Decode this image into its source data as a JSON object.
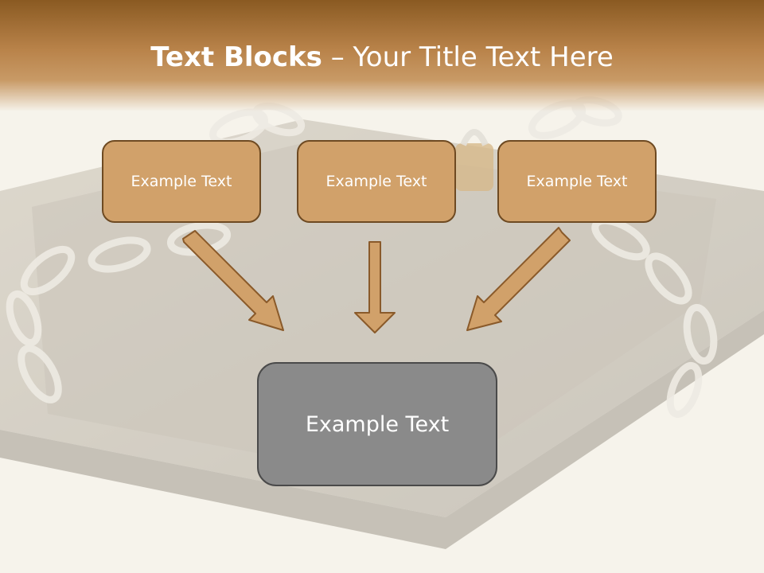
{
  "title": {
    "bold": "Text Blocks",
    "separator": " – ",
    "normal": "Your Title Text Here"
  },
  "blocks": {
    "top_left": "Example Text",
    "top_middle": "Example Text",
    "top_right": "Example Text",
    "bottom": "Example Text"
  },
  "colors": {
    "header": "#8a5a22",
    "top_block_fill": "#d1a16a",
    "top_block_border": "#6e4a22",
    "arrow_fill": "#d1a16a",
    "arrow_stroke": "#8a5a2a",
    "bottom_block_fill": "#8a8a8a",
    "bottom_block_border": "#4a4a4a"
  }
}
